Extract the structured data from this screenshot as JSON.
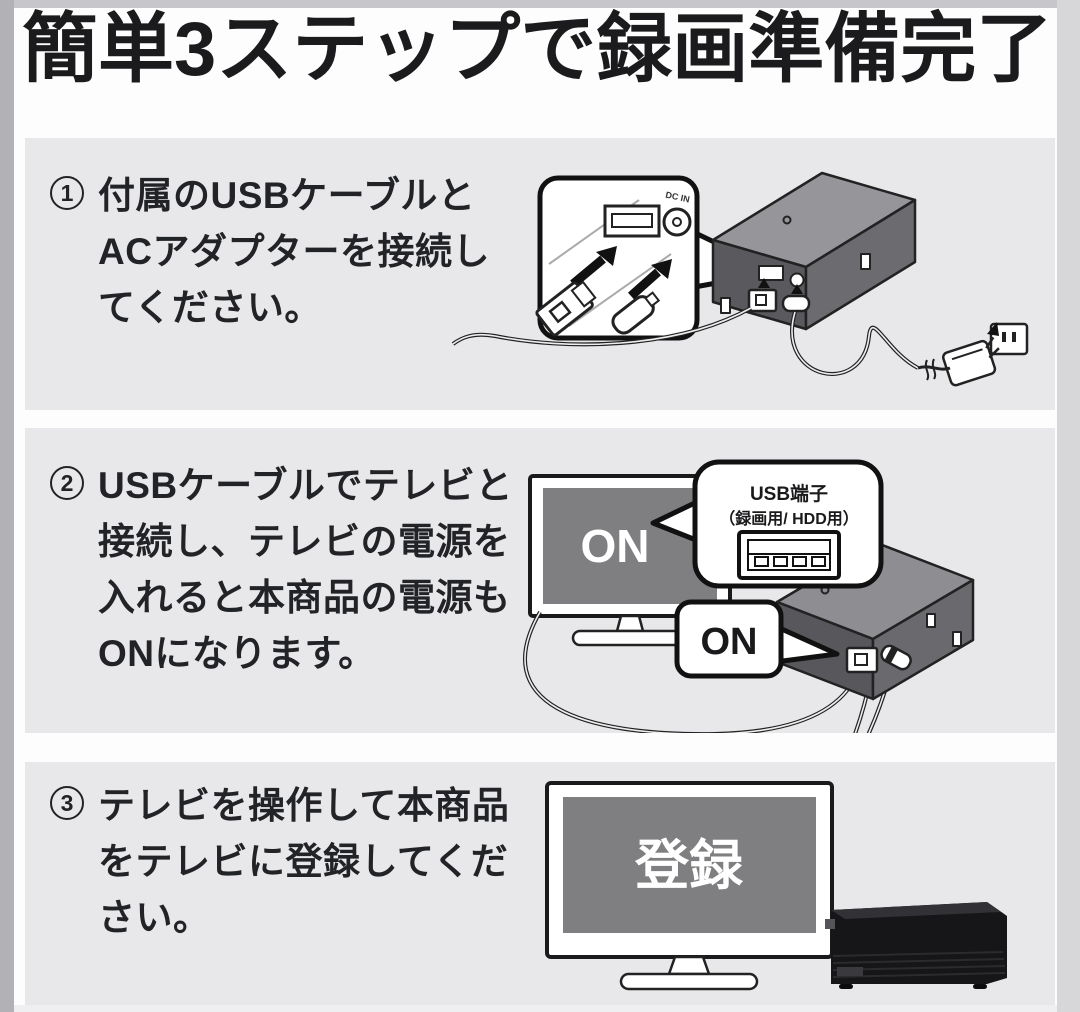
{
  "title": "簡単3ステップで録画準備完了",
  "steps": [
    {
      "num": "1",
      "lines": [
        "付属のUSBケーブルと",
        "ACアダプターを接続し",
        "てください。"
      ]
    },
    {
      "num": "2",
      "lines": [
        "USBケーブルでテレビと",
        "接続し、テレビの電源を",
        "入れると本商品の電源も",
        "ONになります。"
      ]
    },
    {
      "num": "3",
      "lines": [
        "テレビを操作して本商品",
        "をテレビに登録してくだ",
        "さい。"
      ]
    }
  ],
  "illustrations": {
    "step1": {
      "dc_in_label": "DC IN"
    },
    "step2": {
      "tv_screen_label": "ON",
      "usb_bubble_line1": "USB端子",
      "usb_bubble_line2": "（録画用/ HDD用）",
      "hdd_bubble_label": "ON"
    },
    "step3": {
      "tv_screen_label": "登録"
    }
  },
  "colors": {
    "panel_bg": "#e8e8ea",
    "left_border": "#b2b2b6",
    "top_border": "#c7c7cb",
    "right_border": "#d7d7da",
    "tv_screen_gray": "#7f7f82",
    "hdd_top_gray": "#96969a",
    "hdd_front_gray": "#5a5a5e",
    "black_hdd": "#161618",
    "line_black": "#1a1a1c"
  }
}
